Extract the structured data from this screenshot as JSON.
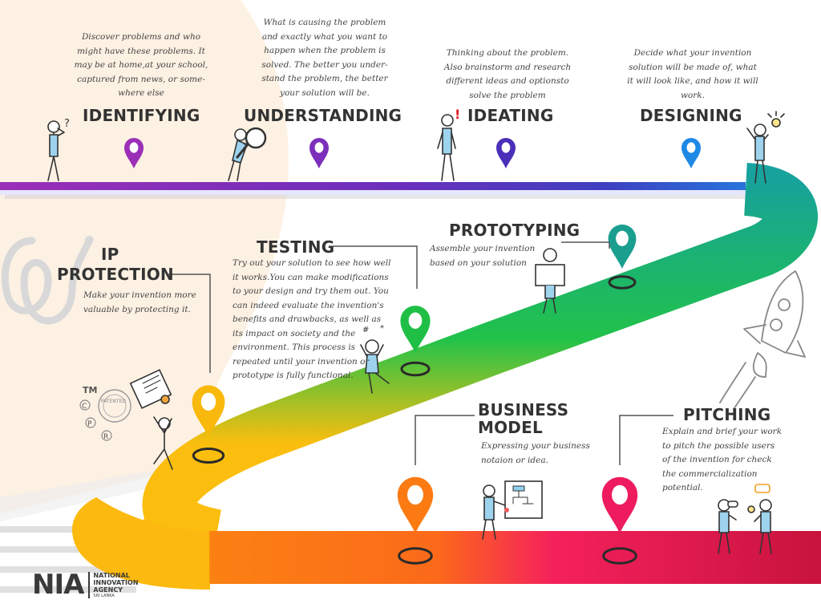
{
  "brand": {
    "mark": "NIA",
    "name_line1": "NATIONAL",
    "name_line2": "INNOVATION",
    "name_line3": "AGENCY",
    "country": "SRI LANKA"
  },
  "colors": {
    "purple": "#8e2fb5",
    "indigo": "#5a2fbf",
    "blue": "#1e88e5",
    "teal": "#17a398",
    "green": "#21c24a",
    "yellow": "#fbbe0e",
    "orange": "#fb7d14",
    "pink": "#f01f62",
    "crimson": "#c8133e"
  },
  "stages": [
    {
      "id": "identifying",
      "title": "IDENTIFYING",
      "description": "Discover problems and who might have these problems. It may be at home,at your school, captured from news, or some-where else",
      "pin_color": "#9b2fb8",
      "figure": "thinking-person-icon"
    },
    {
      "id": "understanding",
      "title": "UNDERSTANDING",
      "description": "What is causing the problem and exactly what you want to happen when the problem is solved. The better you under-stand the problem, the better your solution will be.",
      "pin_color": "#7b2fba",
      "figure": "magnifier-person-icon"
    },
    {
      "id": "ideating",
      "title": "IDEATING",
      "description": "Thinking about the problem. Also brainstorm and research different ideas and optionsto solve the problem",
      "pin_color": "#4a2fb8",
      "figure": "idea-person-icon"
    },
    {
      "id": "designing",
      "title": "DESIGNING",
      "description": "Decide what your invention solution will be made of, what it will look like, and how it will work.",
      "pin_color": "#1e88e5",
      "figure": "lightbulb-person-icon"
    },
    {
      "id": "prototyping",
      "title": "PROTOTYPING",
      "description": "Assemble your invention based on your solution",
      "pin_color": "#1a9f8f",
      "figure": "board-person-icon"
    },
    {
      "id": "testing",
      "title": "TESTING",
      "description": "Try out your solution to see how well it works.You can make modifications to your design and try them out. You can indeed evaluate the invention's benefits and drawbacks, as well as its impact on society and the environment. This process is repeated until your invention or prototype is fully functional.",
      "pin_color": "#1fbf46",
      "figure": "frustrated-person-icon"
    },
    {
      "id": "ip_protection",
      "title_line1": "IP",
      "title_line2": "PROTECTION",
      "description": "Make your invention more valuable by protecting it.",
      "pin_color": "#f9b90c",
      "figure": "certificate-person-icon",
      "symbols": [
        "TM",
        "C",
        "P",
        "R"
      ],
      "stamp_text": "PATENTED"
    },
    {
      "id": "business_model",
      "title_line1": "BUSINESS",
      "title_line2": "MODEL",
      "description": "Expressing your business notaion or idea.",
      "pin_color": "#fb7b12",
      "figure": "presenter-person-icon"
    },
    {
      "id": "pitching",
      "title": "PITCHING",
      "description": "Explain and brief your work to pitch the possible users of the invention for check the commercialization potential.",
      "pin_color": "#ee1c5e",
      "figure": "pitching-people-icon"
    }
  ]
}
